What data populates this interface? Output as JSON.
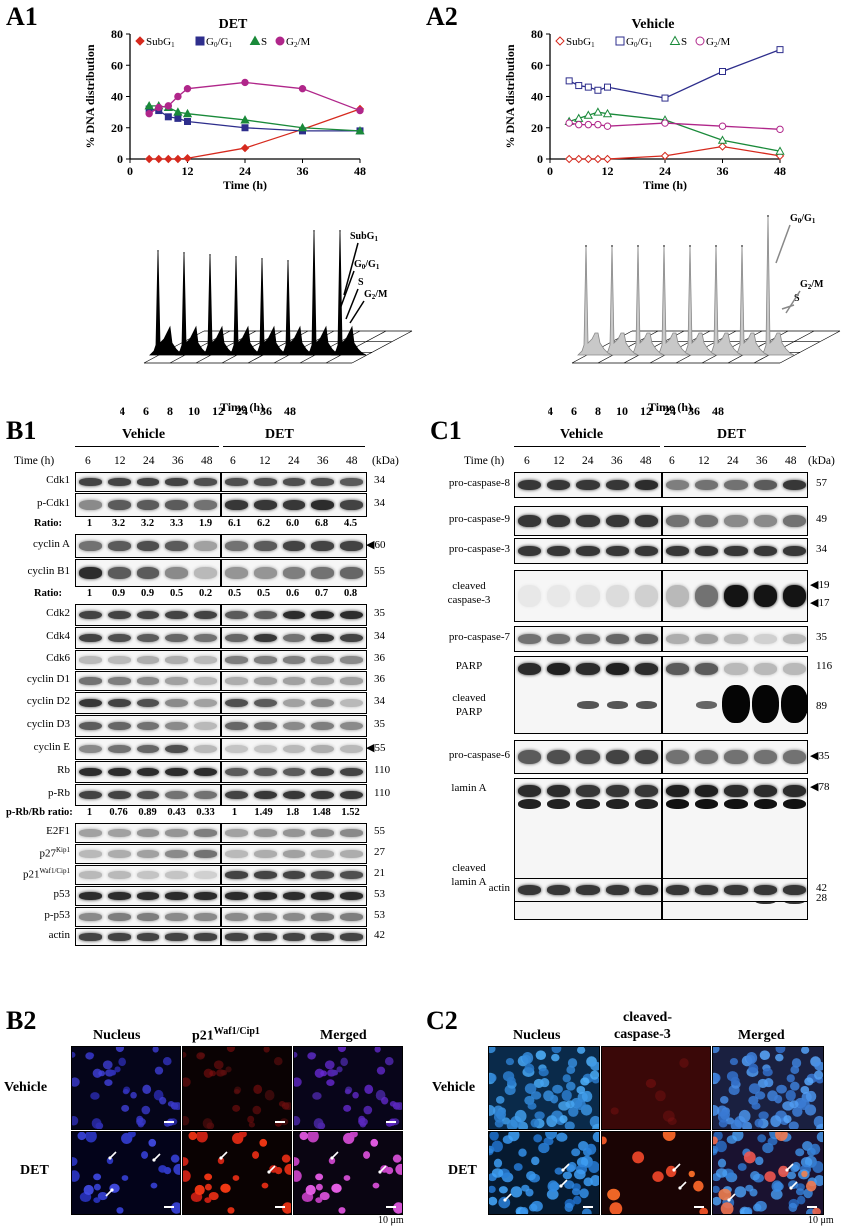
{
  "panels": {
    "A1": "A1",
    "A2": "A2",
    "B1": "B1",
    "B2": "B2",
    "C1": "C1",
    "C2": "C2"
  },
  "chart_data": [
    {
      "type": "line",
      "title": "DET",
      "xlabel": "Time (h)",
      "ylabel": "% DNA distribution",
      "xlim": [
        0,
        48
      ],
      "ylim": [
        0,
        80
      ],
      "xticks": [
        0,
        12,
        24,
        36,
        48
      ],
      "yticks": [
        0,
        20,
        40,
        60,
        80
      ],
      "x": [
        4,
        6,
        8,
        10,
        12,
        24,
        36,
        48
      ],
      "series": [
        {
          "name": "SubG1",
          "color": "#d62a1e",
          "marker": "diamond",
          "values": [
            0,
            0,
            0,
            0,
            0.5,
            7,
            19,
            32
          ]
        },
        {
          "name": "G0/G1",
          "color": "#2e2e8c",
          "marker": "square",
          "values": [
            32,
            31,
            27,
            26,
            24,
            20,
            18,
            18
          ]
        },
        {
          "name": "S",
          "color": "#1a8a3a",
          "marker": "triangle",
          "values": [
            34,
            34,
            33,
            30,
            29,
            25,
            20,
            18
          ]
        },
        {
          "name": "G2/M",
          "color": "#b0268a",
          "marker": "circle",
          "values": [
            29,
            33,
            34,
            40,
            45,
            49,
            45,
            31
          ]
        }
      ]
    },
    {
      "type": "line",
      "title": "Vehicle",
      "xlabel": "Time (h)",
      "ylabel": "% DNA distribution",
      "xlim": [
        0,
        48
      ],
      "ylim": [
        0,
        80
      ],
      "xticks": [
        0,
        12,
        24,
        36,
        48
      ],
      "yticks": [
        0,
        20,
        40,
        60,
        80
      ],
      "x": [
        4,
        6,
        8,
        10,
        12,
        24,
        36,
        48
      ],
      "series": [
        {
          "name": "SubG1",
          "color": "#d62a1e",
          "marker": "diamond",
          "values": [
            0,
            0,
            0,
            0,
            0,
            2,
            8,
            2
          ]
        },
        {
          "name": "G0/G1",
          "color": "#2e2e8c",
          "marker": "square",
          "values": [
            50,
            47,
            46,
            44,
            46,
            39,
            56,
            70
          ]
        },
        {
          "name": "S",
          "color": "#1a8a3a",
          "marker": "triangle",
          "values": [
            24,
            26,
            28,
            30,
            29,
            25,
            12,
            5
          ]
        },
        {
          "name": "G2/M",
          "color": "#b0268a",
          "marker": "circle",
          "values": [
            23,
            22,
            22,
            22,
            21,
            23,
            21,
            19
          ]
        }
      ]
    }
  ],
  "legend": {
    "subg1": "SubG",
    "subg1_sub": "1",
    "g0g1": "G",
    "g0g1_sub0": "0",
    "g0g1_mid": "/G",
    "g0g1_sub1": "1",
    "s": "S",
    "g2m": "G",
    "g2m_sub": "2",
    "g2m_tail": "/M"
  },
  "histo": {
    "xlabel": "Time (h)",
    "times": [
      "4",
      "6",
      "8",
      "10",
      "12",
      "24",
      "36",
      "48"
    ],
    "det_annot": {
      "subg1": "SubG",
      "subg1_sub": "1",
      "g0g1": "G",
      "g0g1_sub0": "0",
      "g0g1_mid": "/G",
      "g0g1_sub1": "1",
      "s": "S",
      "g2m": "G",
      "g2m_sub": "2",
      "g2m_tail": "/M"
    },
    "veh_annot": {
      "g0g1": "G",
      "g0g1_sub0": "0",
      "g0g1_mid": "/G",
      "g0g1_sub1": "1",
      "s": "S",
      "g2m": "G",
      "g2m_sub": "2",
      "g2m_tail": "/M"
    }
  },
  "b1": {
    "group_vehicle": "Vehicle",
    "group_det": "DET",
    "time_label": "Time (h)",
    "times": [
      "6",
      "12",
      "24",
      "36",
      "48",
      "6",
      "12",
      "24",
      "36",
      "48"
    ],
    "kda_label": "(kDa)",
    "ratio_label": "Ratio:",
    "ratio_cdk1": [
      "1",
      "3.2",
      "3.2",
      "3.3",
      "1.9",
      "6.1",
      "6.2",
      "6.0",
      "6.8",
      "4.5"
    ],
    "ratio_cyclinb1": [
      "1",
      "0.9",
      "0.9",
      "0.5",
      "0.2",
      "0.5",
      "0.5",
      "0.6",
      "0.7",
      "0.8"
    ],
    "prb_label": "p-Rb/Rb ratio:",
    "ratio_prb": [
      "1",
      "0.76",
      "0.89",
      "0.43",
      "0.33",
      "1",
      "1.49",
      "1.8",
      "1.48",
      "1.52"
    ],
    "rows": [
      {
        "label": "Cdk1",
        "kda": "34"
      },
      {
        "label": "p-Cdk1",
        "kda": "34"
      },
      {
        "label": "cyclin A",
        "kda": "60",
        "arrow": true
      },
      {
        "label": "cyclin B1",
        "kda": "55"
      },
      {
        "label": "Cdk2",
        "kda": "35"
      },
      {
        "label": "Cdk4",
        "kda": "34"
      },
      {
        "label": "Cdk6",
        "kda": "36"
      },
      {
        "label": "cyclin D1",
        "kda": "36"
      },
      {
        "label": "cyclin D2",
        "kda": "34"
      },
      {
        "label": "cyclin D3",
        "kda": "35"
      },
      {
        "label": "cyclin E",
        "kda": "55",
        "arrow": true
      },
      {
        "label": "Rb",
        "kda": "110"
      },
      {
        "label": "p-Rb",
        "kda": "110"
      },
      {
        "label": "E2F1",
        "kda": "55"
      },
      {
        "label": "p27",
        "sup": "Kip1",
        "kda": "27"
      },
      {
        "label": "p21",
        "sup": "Waf1/Cip1",
        "kda": "21"
      },
      {
        "label": "p53",
        "kda": "53"
      },
      {
        "label": "p-p53",
        "kda": "53"
      },
      {
        "label": "actin",
        "kda": "42"
      }
    ]
  },
  "c1": {
    "group_vehicle": "Vehicle",
    "group_det": "DET",
    "time_label": "Time (h)",
    "times": [
      "6",
      "12",
      "24",
      "36",
      "48",
      "6",
      "12",
      "24",
      "36",
      "48"
    ],
    "kda_label": "(kDa)",
    "rows": [
      {
        "label": "pro-caspase-8",
        "kda": "57"
      },
      {
        "label": "pro-caspase-9",
        "kda": "49"
      },
      {
        "label": "pro-caspase-3",
        "kda": "34"
      },
      {
        "label": "cleaved",
        "label2": "caspase-3",
        "kda": "19",
        "kda2": "17"
      },
      {
        "label": "pro-caspase-7",
        "kda": "35"
      },
      {
        "label": "PARP",
        "label2": "cleaved",
        "label3": "PARP",
        "kda": "116",
        "kda2": "89"
      },
      {
        "label": "pro-caspase-6",
        "kda": "35"
      },
      {
        "label": "lamin A",
        "label2": "cleaved",
        "label3": "lamin A",
        "kda": "78",
        "kda2": "28"
      },
      {
        "label": "actin",
        "kda": "42"
      }
    ]
  },
  "b2": {
    "col1": "Nucleus",
    "col2": "p21",
    "col2_sup": "Waf1/Cip1",
    "col3": "Merged",
    "row1": "Vehicle",
    "row2": "DET",
    "scale": "10 μm"
  },
  "c2": {
    "col1": "Nucleus",
    "col2a": "cleaved-",
    "col2b": "caspase-3",
    "col3": "Merged",
    "row1": "Vehicle",
    "row2": "DET",
    "scale": "10 μm"
  }
}
